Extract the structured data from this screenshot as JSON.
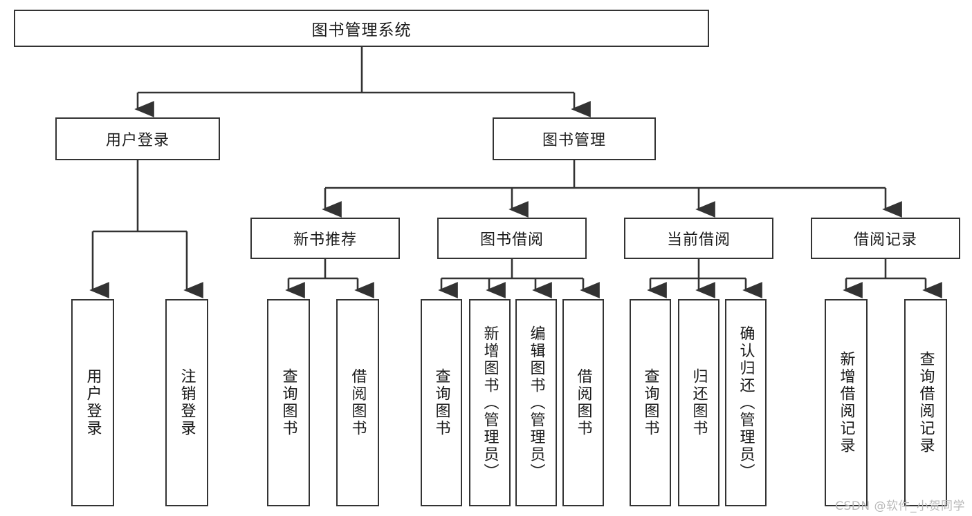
{
  "diagram": {
    "title": "图书管理系统",
    "watermark": "CSDN @软件_小贺同学",
    "level2": {
      "user_login": "用户登录",
      "book_manage": "图书管理"
    },
    "level3": {
      "new_book_rec": "新书推荐",
      "book_borrow": "图书借阅",
      "current_borrow": "当前借阅",
      "borrow_record": "借阅记录"
    },
    "leaves": {
      "user_login_1": "用户登录",
      "user_login_2": "注销登录",
      "new_book_1": "查询图书",
      "new_book_2": "借阅图书",
      "borrow_1": "查询图书",
      "borrow_2": "新增图书（管理员）",
      "borrow_3": "编辑图书（管理员）",
      "borrow_4": "借阅图书",
      "current_1": "查询图书",
      "current_2": "归还图书",
      "current_3": "确认归还（管理员）",
      "record_1": "新增借阅记录",
      "record_2": "查询借阅记录"
    }
  },
  "style": {
    "line_color": "#333333",
    "box_border": "#333333",
    "background": "#ffffff",
    "text_color": "#1a1a1a",
    "watermark_color": "#b9b9b9"
  }
}
